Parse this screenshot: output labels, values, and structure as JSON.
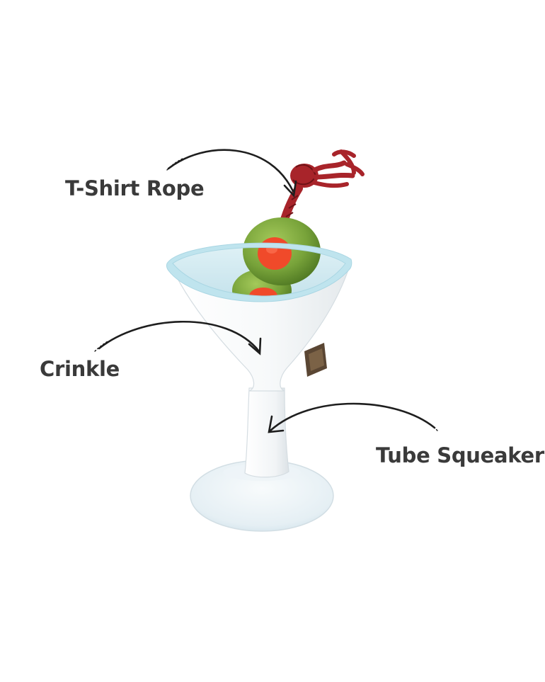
{
  "callouts": {
    "rope": {
      "label": "T-Shirt Rope"
    },
    "crinkle": {
      "label": "Crinkle"
    },
    "squeaker": {
      "label": "Tube Squeaker"
    }
  },
  "colors": {
    "background": "#ffffff",
    "label_text": "#3a3a3a",
    "arrow": "#1e1e1e",
    "glass_white": "#f4f6f7",
    "glass_rim": "#bfe4ee",
    "olive_green": "#7aa63a",
    "pimento_red": "#f04a2a",
    "rope_red": "#a8242a"
  },
  "icons": {
    "arrow_rope": "curved-arrow-icon",
    "arrow_crinkle": "curved-arrow-icon",
    "arrow_squeaker": "curved-arrow-icon",
    "product": "martini-glass-toy"
  }
}
